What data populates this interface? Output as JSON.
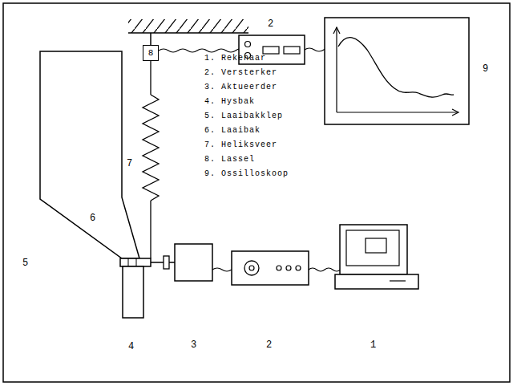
{
  "diagram": {
    "nodes": [
      {
        "text": [
          "8"
        ]
      }
    ],
    "labels": [
      "2",
      "9",
      "7",
      "1. Rekenaar",
      "2. Versterker",
      "3. Aktueerder",
      "4. Hysbak",
      "5. Laaibakklep",
      "6. Laaibak",
      "7. Heliksveer",
      "8. Lassel",
      "9. Ossilloskoop",
      "6",
      "5",
      "4",
      "3",
      "2",
      "1"
    ]
  }
}
